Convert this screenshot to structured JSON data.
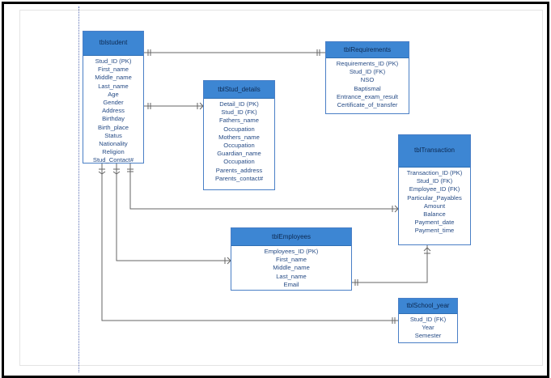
{
  "tables": {
    "student": {
      "title": "tblstudent",
      "fields": [
        "Stud_ID (PK)",
        "First_name",
        "Middle_name",
        "Last_name",
        "Age",
        "Gender",
        "Address",
        "Birthday",
        "Birth_place",
        "Status",
        "Nationality",
        "Religion",
        "Stud_Contact#"
      ]
    },
    "requirements": {
      "title": "tblRequirements",
      "fields": [
        "Requirements_ID (PK)",
        "Stud_ID (FK)",
        "NSO",
        "Baptismal",
        "Entrance_exam_result",
        "Certificate_of_transfer"
      ]
    },
    "stud_details": {
      "title": "tblStud_details",
      "fields": [
        "Detail_ID (PK)",
        "Stud_ID (FK)",
        "Fathers_name",
        "Occupation",
        "Mothers_name",
        "Occupation",
        "Guardian_name",
        "Occupation",
        "Parents_address",
        "Parents_contact#"
      ]
    },
    "transaction": {
      "title": "tblTransaction",
      "fields": [
        "Transaction_ID (PK)",
        "Stud_ID (FK)",
        "Employee_ID (FK)",
        "Particular_Payables",
        "Amount",
        "Balance",
        "Payment_date",
        "Payment_time"
      ]
    },
    "employees": {
      "title": "tblEmployees",
      "fields": [
        "Employees_ID (PK)",
        "First_name",
        "Middle_name",
        "Last_name",
        "Email"
      ]
    },
    "school_year": {
      "title": "tblSchool_year",
      "fields": [
        "Stud_ID (FK)",
        "Year",
        "Semester"
      ]
    }
  },
  "colors": {
    "header": "#3d86d3",
    "border": "#4a7fc6",
    "text": "#274c86",
    "line": "#666666"
  }
}
